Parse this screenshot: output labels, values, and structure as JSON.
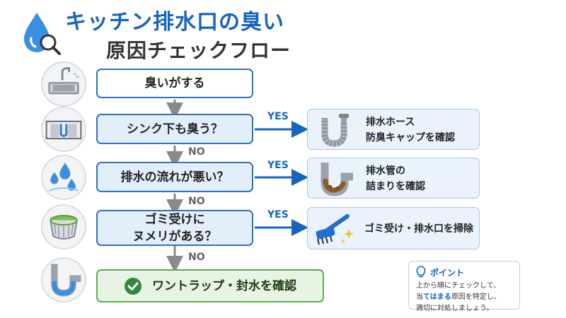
{
  "title": {
    "line1": "キッチン排水口の臭い",
    "line2": "原因チェックフロー"
  },
  "flow": {
    "start": "臭いがする",
    "q1": "シンク下も臭う？",
    "q2": "排水の流れが悪い？",
    "q3_line1": "ゴミ受けに",
    "q3_line2": "ヌメリがある？",
    "final": "ワントラップ・封水を確認",
    "yes_label": "YES",
    "no_label": "NO"
  },
  "results": {
    "r1_line1": "排水ホース",
    "r1_line2": "防臭キャップを確認",
    "r2_line1": "排水管の",
    "r2_line2": "詰まりを確認",
    "r3": "ゴミ受け・排水口を掃除"
  },
  "point": {
    "title": "ポイント",
    "line1": "上から順にチェックして、",
    "line2_pre": "当",
    "line2_hl": "てはまる",
    "line2_post": "原因を特定し、",
    "line3": "適切に対処しましょう。"
  },
  "colors": {
    "accent": "#1565c0",
    "box_border": "#2e6fd0",
    "final_border": "#5cad4f",
    "arrow_gray": "#8a8a8a"
  },
  "icons": [
    "water-drop-magnifier-icon",
    "kitchen-sink-icon",
    "under-sink-cabinet-icon",
    "water-drops-icon",
    "drain-basket-icon",
    "u-trap-pipe-icon",
    "drain-hose-icon",
    "clogged-pipe-icon",
    "scrub-brush-icon",
    "check-circle-icon",
    "lightbulb-icon"
  ]
}
